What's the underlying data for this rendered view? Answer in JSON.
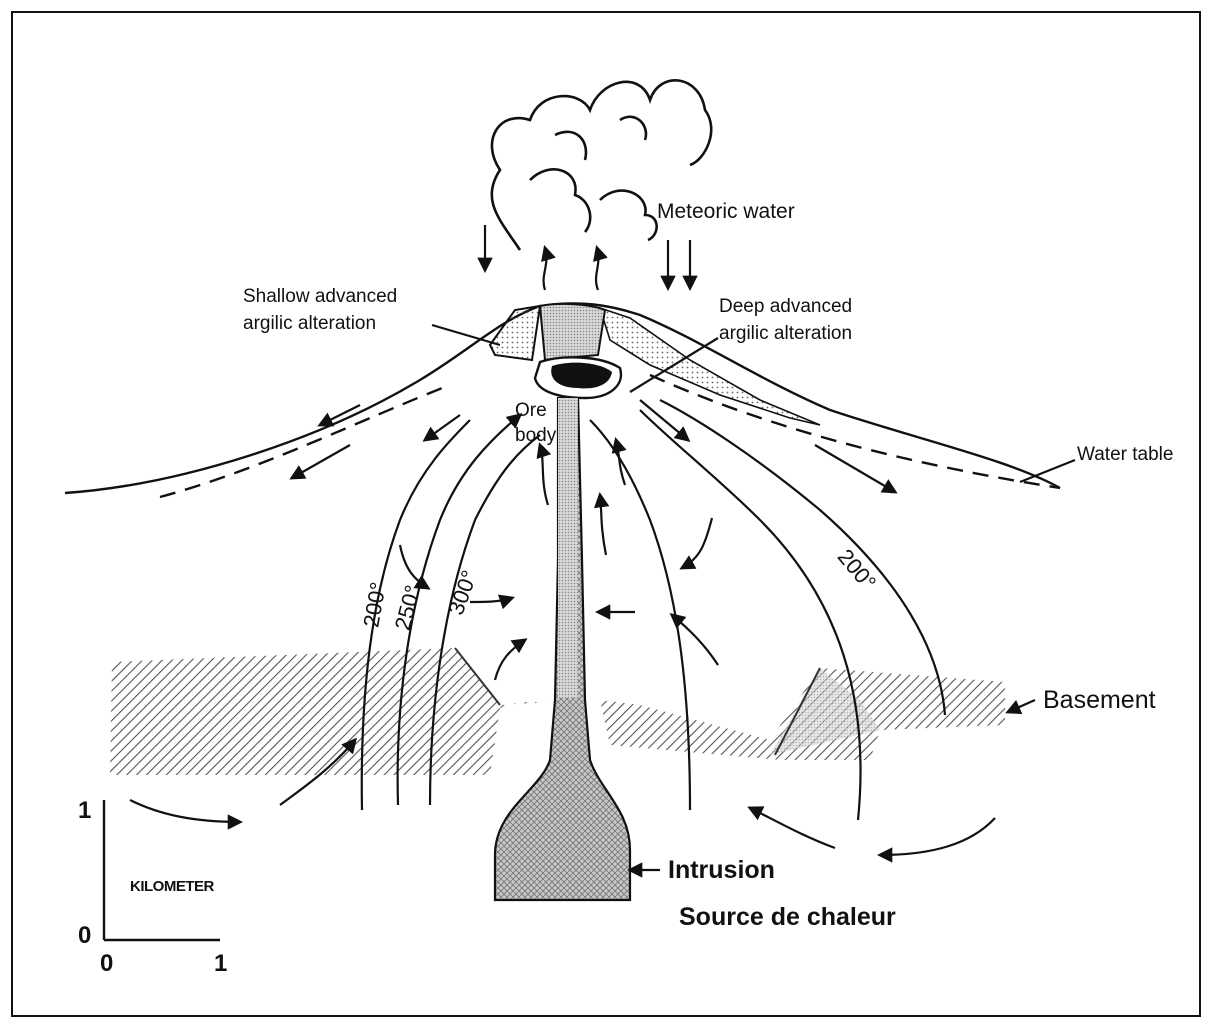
{
  "labels": {
    "meteoric_water": "Meteoric  water",
    "shallow_line1": "Shallow advanced",
    "shallow_line2": "argilic alteration",
    "deep_line1": "Deep advanced",
    "deep_line2": "argilic alteration",
    "ore_line1": "Ore",
    "ore_line2": "body",
    "water_table": "Water table",
    "basement": "Basement",
    "intrusion": "Intrusion",
    "source": "Source de chaleur"
  },
  "isotherms": {
    "t200_left": "200°",
    "t250": "250°",
    "t300": "300°",
    "t200_right": "200°"
  },
  "scale": {
    "unit": "KILOMETER",
    "y_top": "1",
    "y_bottom": "0",
    "x_left": "0",
    "x_right": "1"
  },
  "colors": {
    "ink": "#111111",
    "hatch": "#555555",
    "stipple": "#777777"
  }
}
